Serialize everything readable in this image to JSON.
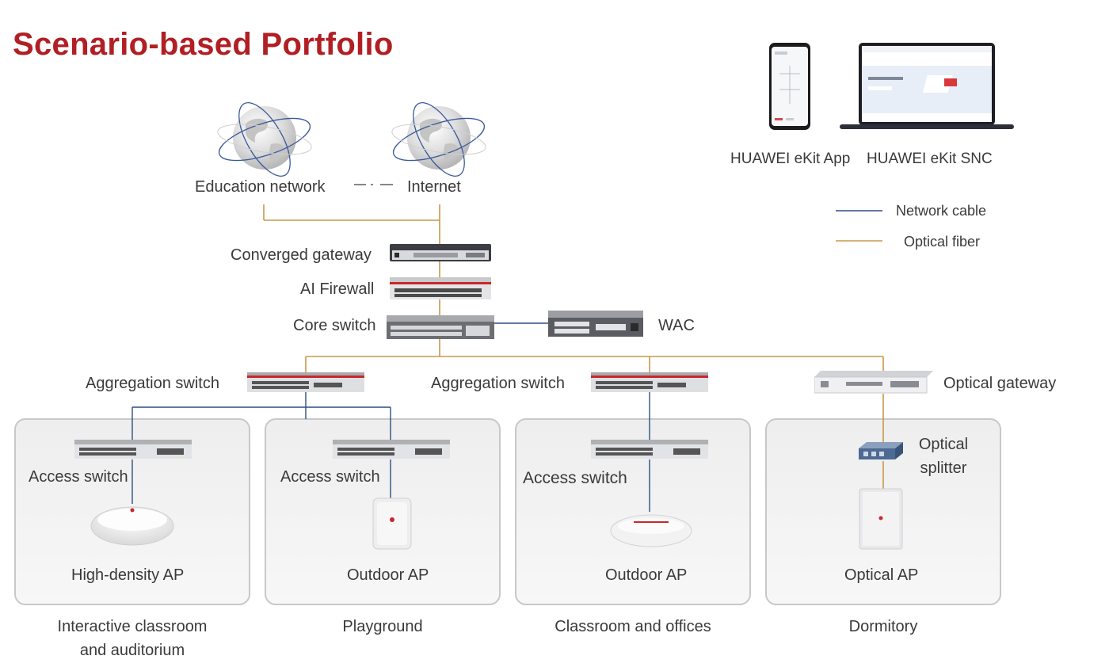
{
  "title": "Scenario-based Portfolio",
  "networks": {
    "education": "Education network",
    "internet": "Internet"
  },
  "management": {
    "app": "HUAWEI eKit App",
    "snc": "HUAWEI eKit SNC"
  },
  "legend": {
    "network_cable": "Network cable",
    "optical_fiber": "Optical fiber"
  },
  "devices": {
    "converged_gateway": "Converged gateway",
    "ai_firewall": "AI Firewall",
    "core_switch": "Core switch",
    "wac": "WAC",
    "aggregation_switch_1": "Aggregation switch",
    "aggregation_switch_2": "Aggregation switch",
    "optical_gateway": "Optical gateway",
    "access_switch_1": "Access switch",
    "access_switch_2": "Access switch",
    "access_switch_3": "Access switch",
    "optical_splitter": "Optical\nsplitter",
    "ap_1": "High-density AP",
    "ap_2": "Outdoor AP",
    "ap_3": "Outdoor AP",
    "ap_4": "Optical AP"
  },
  "scenarios": {
    "s1": "Interactive classroom\nand auditorium",
    "s2": "Playground",
    "s3": "Classroom and offices",
    "s4": "Dormitory"
  },
  "colors": {
    "title": "#b11f24",
    "network_cable": "#2f4f7f",
    "optical_fiber": "#c89848"
  }
}
